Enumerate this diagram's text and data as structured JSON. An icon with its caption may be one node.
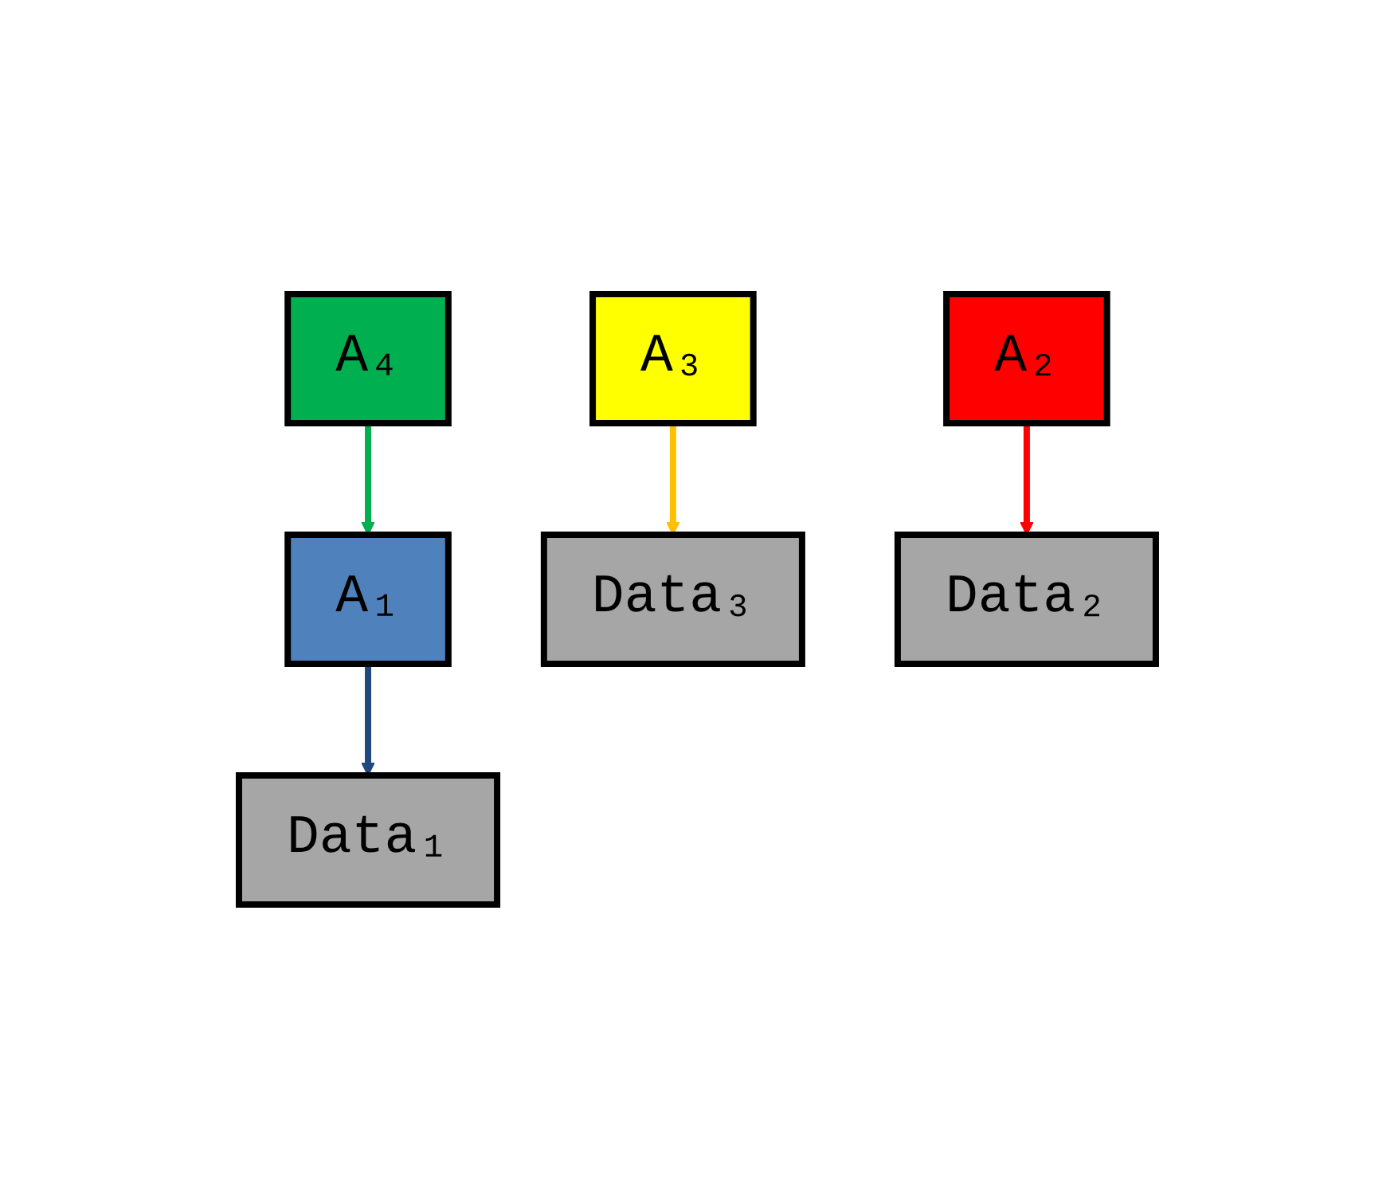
{
  "diagram": {
    "nodes": [
      {
        "text": [
          "A₄"
        ]
      },
      {
        "text": [
          "A₃"
        ]
      },
      {
        "text": [
          "A₁"
        ]
      },
      {
        "text": [
          "A₂"
        ]
      },
      {
        "text": [
          "Data₃"
        ]
      },
      {
        "text": [
          "Data₁"
        ]
      },
      {
        "text": [
          "Data₂"
        ]
      }
    ],
    "edges": [
      {
        "from": 0,
        "to": 2,
        "arrow": "to",
        "color": "#00b050"
      },
      {
        "from": 1,
        "to": 4,
        "arrow": "to",
        "color": "#ffc000"
      },
      {
        "from": 2,
        "to": 5,
        "arrow": "to",
        "color": "#1f497d"
      },
      {
        "from": 3,
        "to": 6,
        "arrow": "to",
        "color": "#ff0000"
      }
    ]
  }
}
